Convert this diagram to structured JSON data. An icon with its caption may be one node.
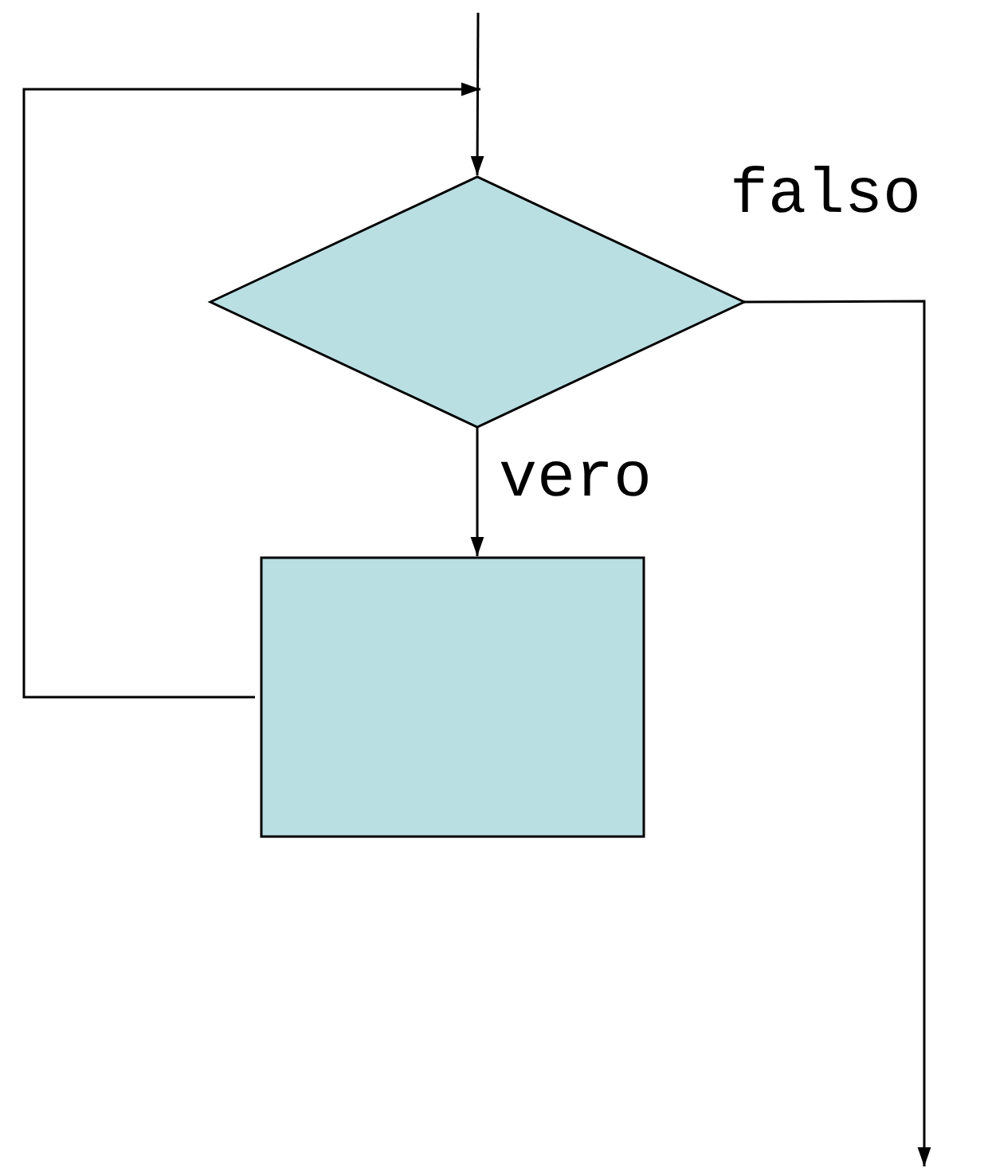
{
  "diagram": {
    "nodes": [
      {
        "text": [],
        "shape": "diamond"
      },
      {
        "text": [],
        "shape": "box"
      }
    ],
    "edges": [
      {
        "from": null,
        "to": 0,
        "arrow": "to"
      },
      {
        "from": 0,
        "to": 1,
        "arrow": "to",
        "label": "vero"
      },
      {
        "from": 0,
        "to": null,
        "arrow": "to",
        "label": "falso"
      },
      {
        "from": 1,
        "to": 0,
        "arrow": "to"
      }
    ]
  }
}
